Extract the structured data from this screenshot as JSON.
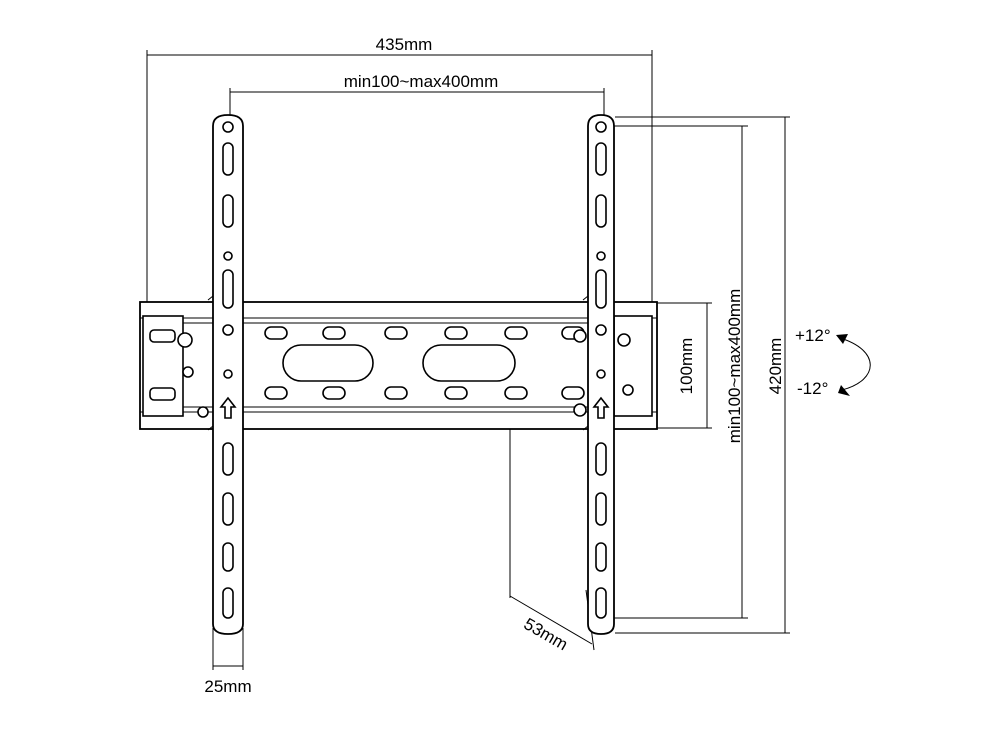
{
  "labels": {
    "overall_width": "435mm",
    "arm_spacing": "min100~max400mm",
    "plate_height": "100mm",
    "vertical_spacing": "min100~max400mm",
    "overall_height": "420mm",
    "tilt_up": "+12°",
    "tilt_down": "-12°",
    "depth": "53mm",
    "arm_width": "25mm"
  }
}
